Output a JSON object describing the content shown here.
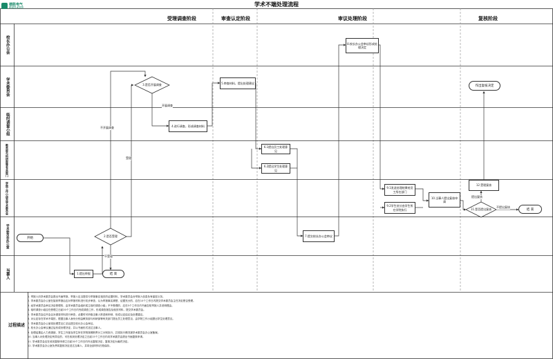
{
  "diagram": {
    "title": "学术不端处理流程",
    "logo": {
      "line1": "德胜电气",
      "line2": "精诚技术学院"
    },
    "phases": [
      "受理调查阶段",
      "审查认定阶段",
      "审议处理阶段",
      "复核阶段"
    ],
    "lanes": [
      "校长办公会",
      "学术委员会",
      "临时调查小组",
      "教务部与科研部等有关部门",
      "学院工作小组及学术委员会",
      "学术委员会办公室",
      "当事人"
    ],
    "nodes": {
      "start": "开始",
      "report": "1.提出举报",
      "end_left": "结 束",
      "check_accept": "2.是否受理",
      "check_investigate": "3.是否开展调查",
      "investigate": "4.进行调查，形成调查材料",
      "review": "5.审查材料，提出处理建议",
      "hear_staff": "6.1提出员工处理意见",
      "hear_student": "6.2提出学生处理意见",
      "office_meeting": "7.提交校长办公会审议",
      "principal": "8.校长办公会审议形成处理决定",
      "notify_staff": "9.1发送处理结果给员工所在部门",
      "notify_student": "9.2学生处分由学生所在学院执行",
      "appeal": "10.当事人提出复核申请",
      "check_appeal": "11.是否提出复核",
      "recheck": "12.受理复核",
      "recheck_conclusion": "作出复核决定",
      "end_right": "结 束"
    },
    "edge_labels": {
      "not_accept": "不受理",
      "accept": "受理",
      "investigate": "开展调查",
      "no_investigate": "不开展调查",
      "yes": "提出复核",
      "no": "不提出复核"
    },
    "remarks_title": "过程描述",
    "remarks": [
      "1. 举报人向学术委员会提出书面举报，举报人应当提供与举报事实相关的证据材料，学术委员会对举报人信息负有保密义务。",
      "2. 学术委员会办公室在接到举报后应对举报材料进行初步审查，认为举报事实清楚、证据充分的，应在10个工作日内提交学术委员会主任决定是否受理。",
      "3. 经学术委员会审议决定受理的，由学术委员会组织成立临时调查小组；不予受理的，应在5个工作日内书面告知举报人并说明理由。",
      "4. 临时调查小组应在受理之日起30个工作日内完成调查工作，形成调查报告及相关材料，提交学术委员会。",
      "5. 学术委员会召开会议对调查材料进行审查，必要时可听取当事人陈述和申辩，形成认定结论及处理建议。",
      "6. 对认定存在学术不端的，根据当事人身份分别由教务部与科研部等有关部门提出员工处理意见，由学院工作小组提出学生处理意见。",
      "7. 学术委员会办公室将处理意见汇总后提交校长办公会审议。",
      "8. 校长办公会审议通过后形成处理决定，并以书面形式送达当事人。",
      "9. 处理结果由人力资源部、学生工作部及学生所在学院按照职责分工分别执行，并将执行情况报学术委员会办公室备案。",
      "10. 当事人对处理决定有异议的，可在收到处理决定之日起15个工作日内向学术委员会提出书面复核申请。",
      "11. 学术委员会应在收到复核申请之日起30个工作日内作出复核决定，复核决定为最终决定。",
      "12. 学术委员会办公室负责将复核决定送达当事人，并将全部材料归档保存。"
    ]
  }
}
